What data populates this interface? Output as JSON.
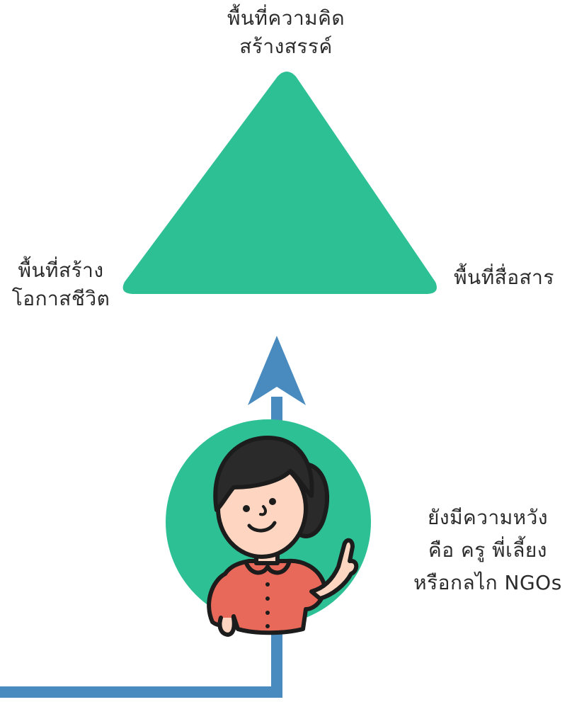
{
  "diagram": {
    "nodes": {
      "top": {
        "lines": [
          "พื้นที่ความคิด",
          "สร้างสรรค์"
        ]
      },
      "left": {
        "lines": [
          "พื้นที่สร้าง",
          "โอกาสชีวิต"
        ]
      },
      "right": {
        "lines": [
          "พื้นที่สื่อสาร"
        ]
      }
    },
    "note": {
      "lines": [
        "ยังมีความหวัง",
        "คือ ครู พี่เลี้ยง",
        "หรือกลไก NGOs"
      ]
    },
    "colors": {
      "triangle": "#2ec095",
      "circle": "#2ec095",
      "arrow": "#4a8bbf",
      "skin": "#fdd5c0",
      "hair": "#2a2a2a",
      "shirt": "#e8685a",
      "outline": "#1c1c1c",
      "text": "#2b2b2b"
    },
    "icons": [
      "girl-pointing-illustration",
      "up-arrow-icon"
    ]
  }
}
